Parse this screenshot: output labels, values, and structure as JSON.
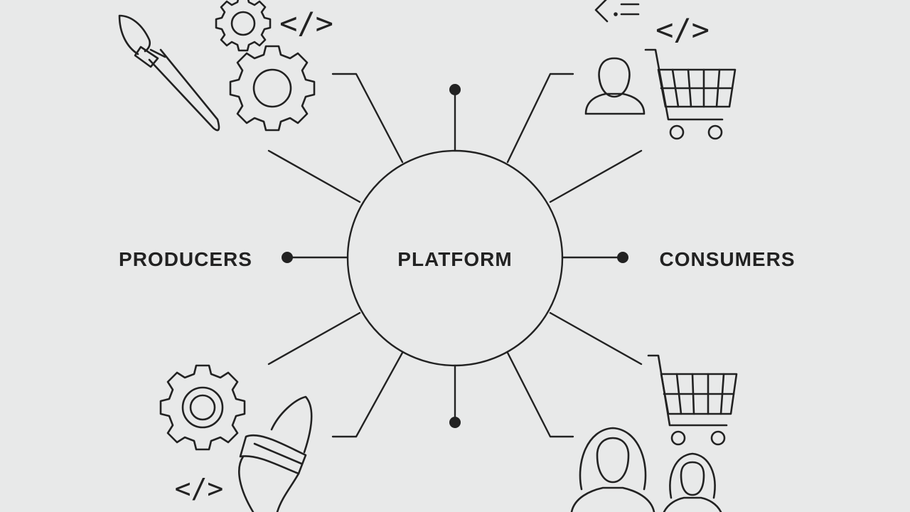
{
  "center": {
    "label": "PLATFORM"
  },
  "left": {
    "label": "PRODUCERS"
  },
  "right": {
    "label": "CONSUMERS"
  },
  "icons": {
    "code_symbol": "</>"
  },
  "colors": {
    "background": "#e8e9e9",
    "stroke": "#222222"
  }
}
